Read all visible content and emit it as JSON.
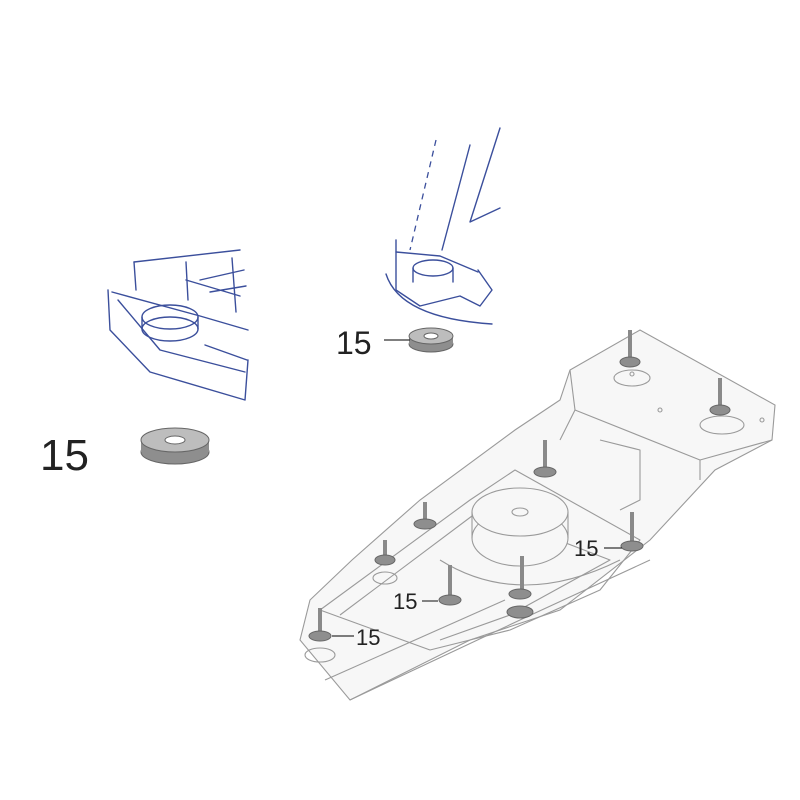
{
  "callouts": {
    "detail_left": "15",
    "detail_top": "15",
    "assembly_right": "15",
    "assembly_center": "15",
    "assembly_bottom": "15"
  },
  "colors": {
    "detail_line": "#3b4f9c",
    "assembly_line": "#9a9a9a",
    "washer_fill": "#8e8e8e"
  }
}
